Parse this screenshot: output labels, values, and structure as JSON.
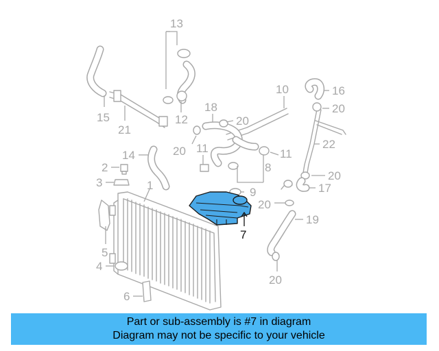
{
  "callouts": [
    {
      "id": "c13",
      "label": "13"
    },
    {
      "id": "c15",
      "label": "15"
    },
    {
      "id": "c21",
      "label": "21"
    },
    {
      "id": "c12",
      "label": "12"
    },
    {
      "id": "c18",
      "label": "18"
    },
    {
      "id": "c20a",
      "label": "20"
    },
    {
      "id": "c10",
      "label": "10"
    },
    {
      "id": "c16",
      "label": "16"
    },
    {
      "id": "c20b",
      "label": "20"
    },
    {
      "id": "c22",
      "label": "22"
    },
    {
      "id": "c14",
      "label": "14"
    },
    {
      "id": "c20c",
      "label": "20"
    },
    {
      "id": "c11a",
      "label": "11"
    },
    {
      "id": "c11b",
      "label": "11"
    },
    {
      "id": "c8",
      "label": "8"
    },
    {
      "id": "c20d",
      "label": "20"
    },
    {
      "id": "c2",
      "label": "2"
    },
    {
      "id": "c3",
      "label": "3"
    },
    {
      "id": "c1",
      "label": "1"
    },
    {
      "id": "c9",
      "label": "9"
    },
    {
      "id": "c17",
      "label": "17"
    },
    {
      "id": "c20e",
      "label": "20"
    },
    {
      "id": "c19",
      "label": "19"
    },
    {
      "id": "c5",
      "label": "5"
    },
    {
      "id": "c4",
      "label": "4"
    },
    {
      "id": "c20f",
      "label": "20"
    },
    {
      "id": "c6",
      "label": "6"
    },
    {
      "id": "c7",
      "label": "7",
      "highlighted": true
    }
  ],
  "colors": {
    "highlight_part": "#4aa9e8",
    "banner": "#4ab8f5",
    "line_art": "#a8a8a8"
  },
  "banner": {
    "line1": "Part or sub-assembly is #7 in diagram",
    "line2": "Diagram may not be specific to your vehicle"
  }
}
